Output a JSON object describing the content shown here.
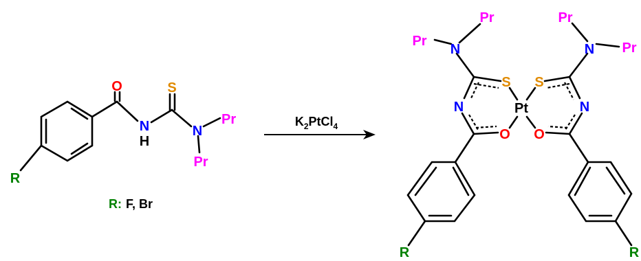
{
  "scheme": {
    "colors": {
      "bond": "#000000",
      "N": "#0000ff",
      "O": "#ff0000",
      "S": "#e08a00",
      "Pr": "#ff00ff",
      "R": "#008000",
      "Pt": "#000000"
    },
    "reactant": {
      "atoms": {
        "O": "O",
        "S": "S",
        "N_amide": "N",
        "H": "H",
        "N_amine": "N",
        "Pr_1": "Pr",
        "Pr_2": "Pr",
        "R": "R"
      },
      "substituent_note": {
        "label": "R:",
        "values": "F, Br"
      }
    },
    "reagent": {
      "K": "K",
      "sub_2": "2",
      "PtCl": "PtCl",
      "sub_4": "4"
    },
    "arrow_icon": "reaction-arrow-icon",
    "product": {
      "Pt": "Pt",
      "left": {
        "N_top": "N",
        "Pr_a": "Pr",
        "Pr_b": "Pr",
        "S": "S",
        "N_ring": "N",
        "O": "O",
        "R": "R"
      },
      "right": {
        "N_top": "N",
        "Pr_a": "Pr",
        "Pr_b": "Pr",
        "S": "S",
        "N_ring": "N",
        "O": "O",
        "R": "R"
      }
    }
  }
}
